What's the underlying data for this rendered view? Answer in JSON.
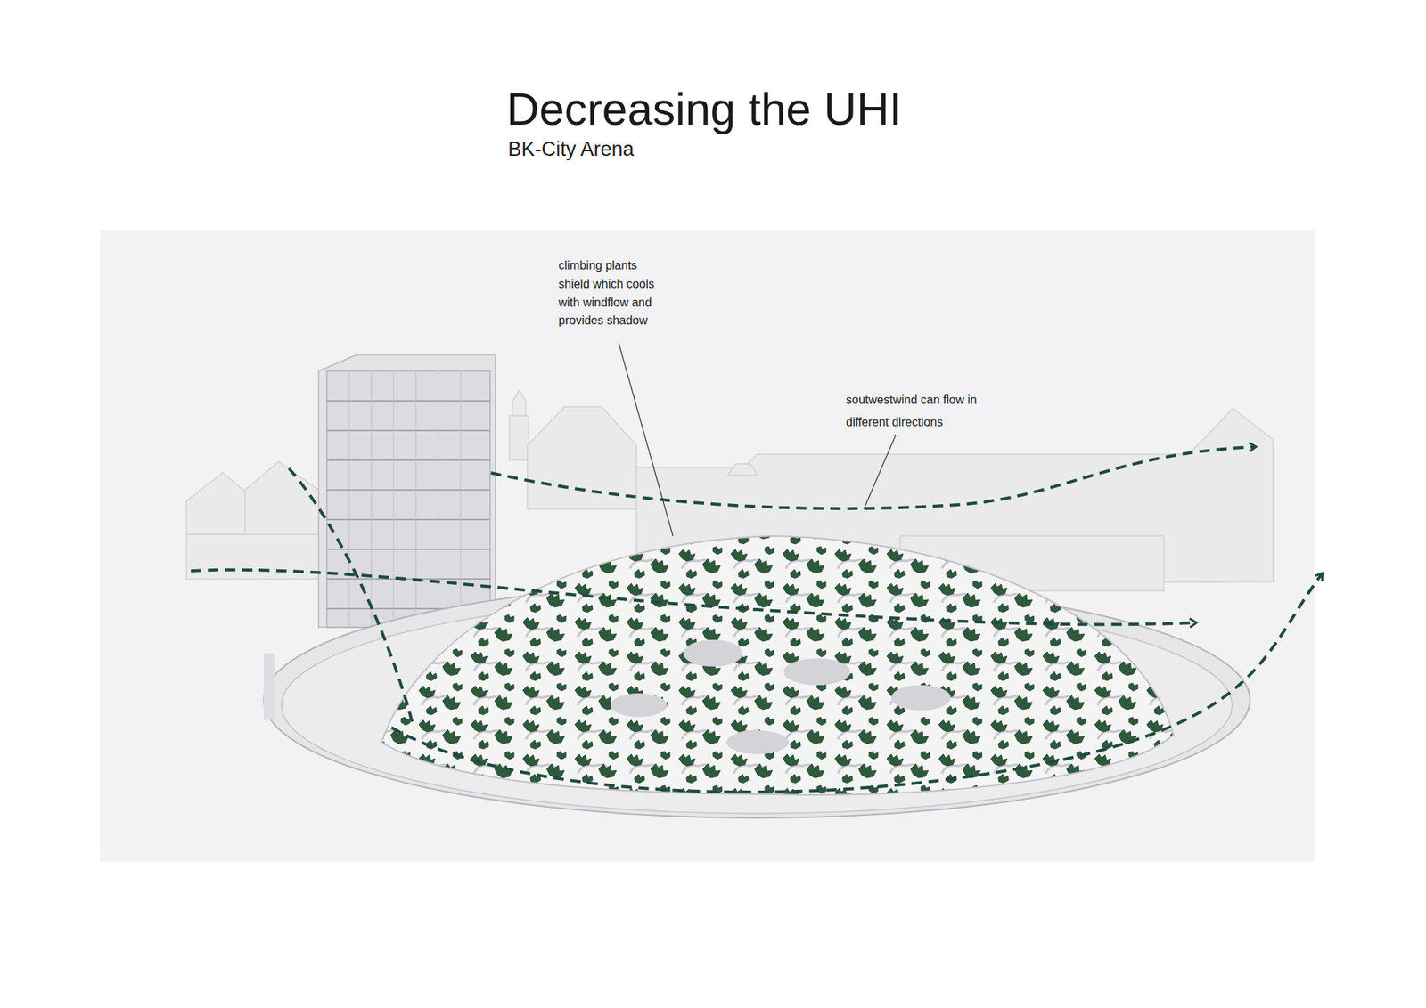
{
  "diagram": {
    "title": "Decreasing the UHI",
    "labels": [
      "BK-City Arena",
      "climbing plants shield which cools with windflow and provides shadow",
      "soutwestwind can flow in different directions"
    ]
  }
}
